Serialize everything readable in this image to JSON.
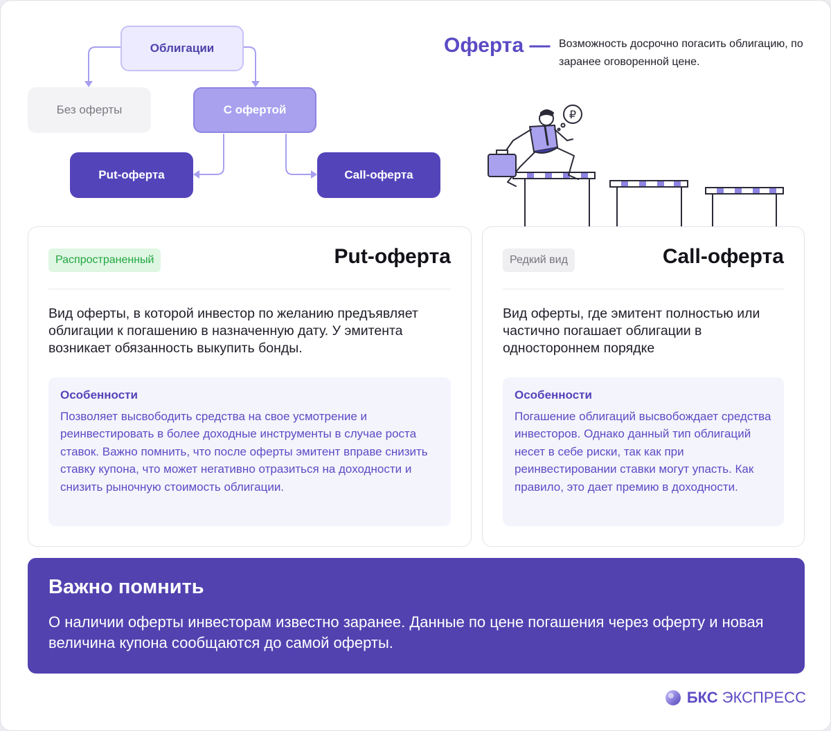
{
  "flow": {
    "bonds": "Облигации",
    "without_offer": "Без оферты",
    "with_offer": "С офертой",
    "put": "Put-оферта",
    "call": "Call-оферта"
  },
  "definition": {
    "term": "Оферта —",
    "text": "Возможность досрочно погасить облигацию, по заранее оговоренной цене."
  },
  "cards": {
    "put": {
      "badge": "Распространенный",
      "title": "Put-оферта",
      "description": "Вид оферты, в которой инвестор по желанию предъявляет облигации к погашению в назначенную дату. У эмитента возникает обязанность выкупить бонды.",
      "features_title": "Особенности",
      "features_text": "Позволяет высвободить средства на свое усмотрение и реинвестировать в более доходные инструменты в случае роста ставок. Важно помнить, что после оферты эмитент вправе снизить ставку купона, что может негативно отразиться на доходности и снизить рыночную стоимость облигации."
    },
    "call": {
      "badge": "Редкий вид",
      "title": "Call-оферта",
      "description": "Вид оферты, где эмитент полностью или частично погашает облигации в одностороннем порядке",
      "features_title": "Особенности",
      "features_text": "Погашение облигаций высвобождает средства инвесторов. Однако данный тип облигаций несет в себе риски, так как при реинвестировании ставки могут упасть. Как правило, это дает премию в доходности."
    }
  },
  "banner": {
    "title": "Важно помнить",
    "text": "О наличии оферты инвесторам известно заранее. Данные по цене погашения через оферту и новая величина купона сообщаются до самой оферты."
  },
  "logo": {
    "brand": "БКС",
    "suffix": "ЭКСПРЕСС"
  },
  "colors": {
    "accent": "#5444ba",
    "accent_light": "#a9a1ee",
    "green": "#20a63f"
  }
}
